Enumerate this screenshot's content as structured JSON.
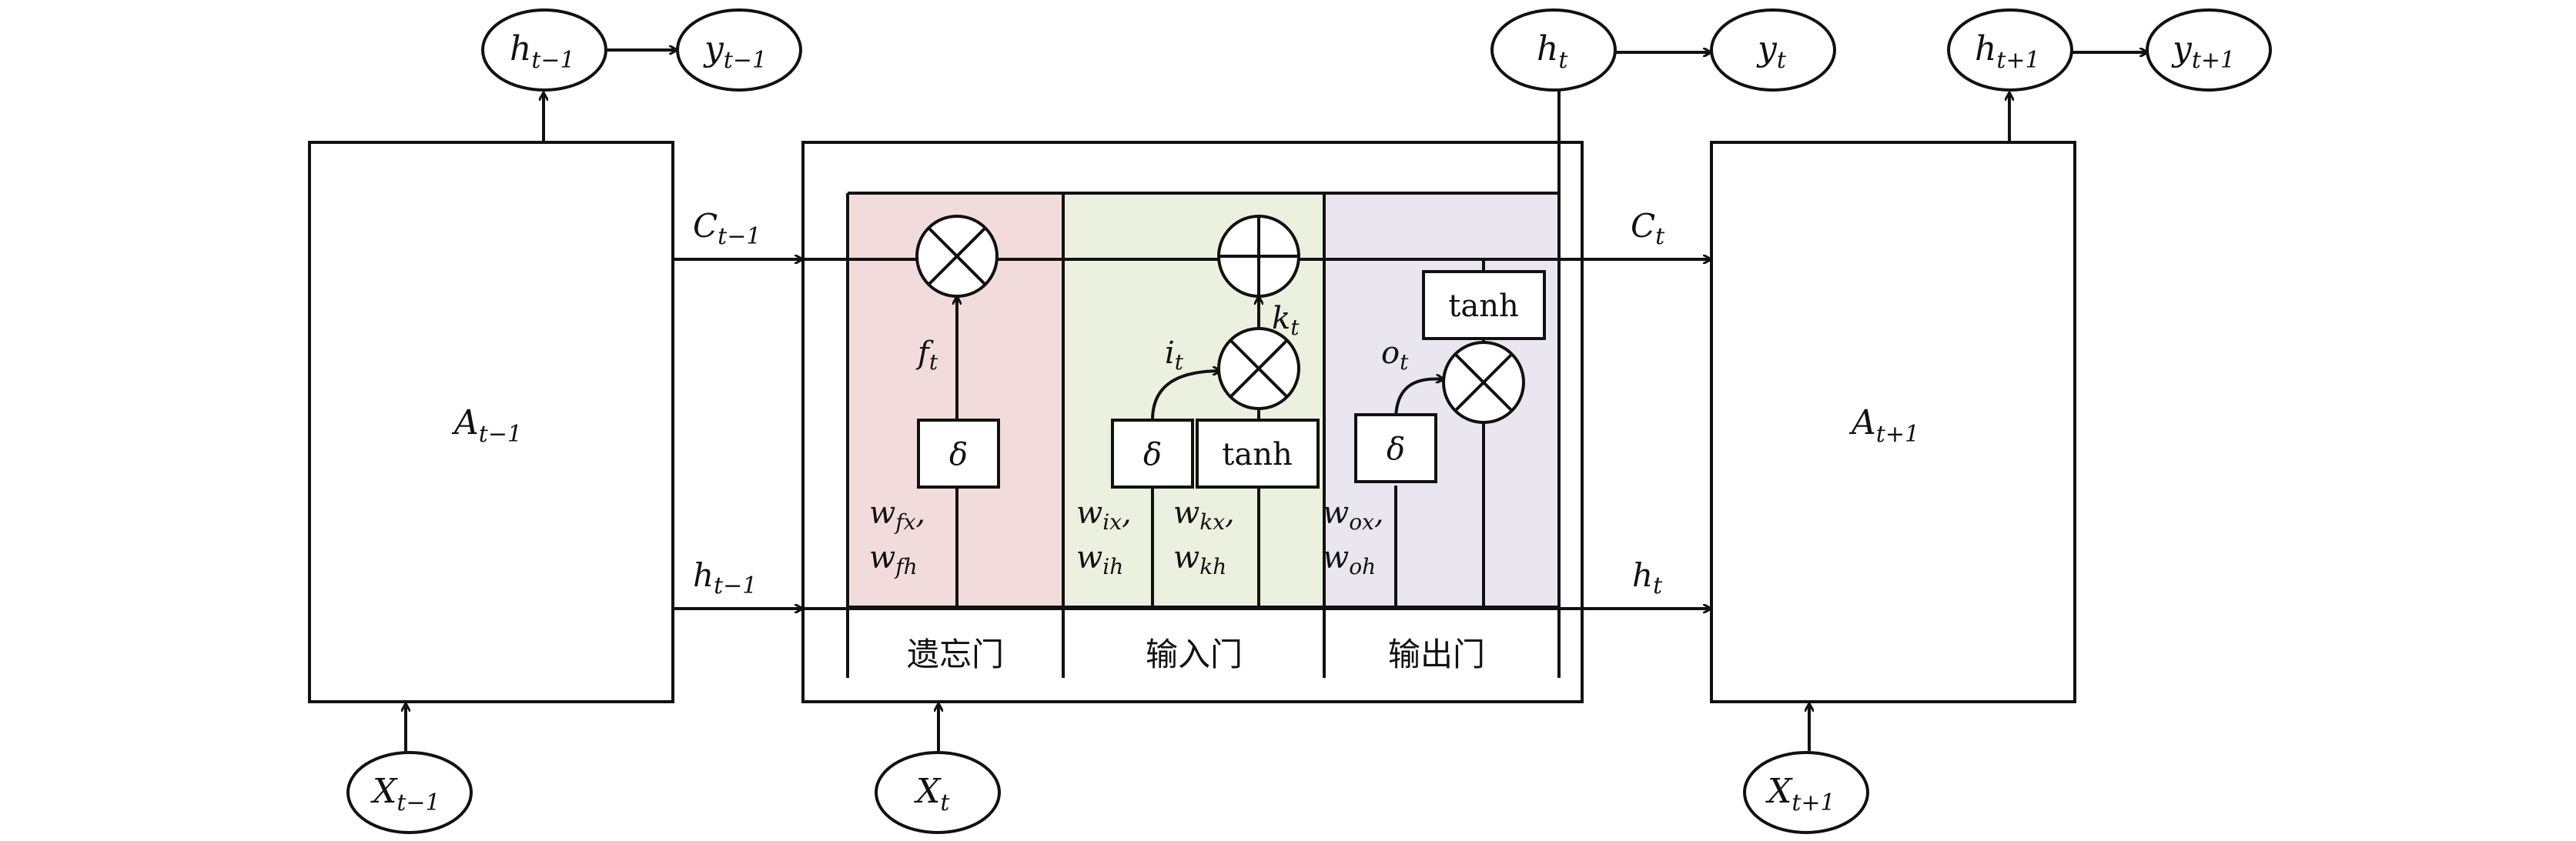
{
  "colors": {
    "forget_region": "#f2dcdb",
    "input_region": "#ebf1de",
    "output_region": "#e9e6f0",
    "line": "#111111"
  },
  "cells": {
    "prev": {
      "label": "A",
      "sub": "t−1"
    },
    "next": {
      "label": "A",
      "sub": "t+1"
    }
  },
  "inputs": {
    "prev": {
      "label": "X",
      "sub": "t−1"
    },
    "curr": {
      "label": "X",
      "sub": "t"
    },
    "next": {
      "label": "X",
      "sub": "t+1"
    }
  },
  "hidden_nodes": {
    "prev": {
      "label": "h",
      "sub": "t−1"
    },
    "curr": {
      "label": "h",
      "sub": "t"
    },
    "next": {
      "label": "h",
      "sub": "t+1"
    }
  },
  "output_nodes": {
    "prev": {
      "label": "y",
      "sub": "t−1"
    },
    "curr": {
      "label": "y",
      "sub": "t"
    },
    "next": {
      "label": "y",
      "sub": "t+1"
    }
  },
  "arrow_labels": {
    "c_in": {
      "label": "C",
      "sub": "t−1"
    },
    "c_out": {
      "label": "C",
      "sub": "t"
    },
    "h_in": {
      "label": "h",
      "sub": "t−1"
    },
    "h_out": {
      "label": "h",
      "sub": "t"
    }
  },
  "gates": {
    "forget": {
      "name": "遗忘门",
      "act": "δ",
      "gate_out": {
        "label": "f",
        "sub": "t"
      },
      "w1": {
        "label": "w",
        "sub": "fx",
        "tail": ","
      },
      "w2": {
        "label": "w",
        "sub": "fh"
      }
    },
    "input": {
      "name": "输入门",
      "act": "δ",
      "tanh": "tanh",
      "gate_out": {
        "label": "i",
        "sub": "t"
      },
      "cand_out": {
        "label": "k",
        "sub": "t"
      },
      "w1": {
        "label": "w",
        "sub": "ix",
        "tail": ","
      },
      "w2": {
        "label": "w",
        "sub": "ih"
      },
      "w3": {
        "label": "w",
        "sub": "kx",
        "tail": ","
      },
      "w4": {
        "label": "w",
        "sub": "kh"
      }
    },
    "output": {
      "name": "输出门",
      "act": "δ",
      "tanh": "tanh",
      "gate_out": {
        "label": "o",
        "sub": "t"
      },
      "w1": {
        "label": "w",
        "sub": "ox",
        "tail": ","
      },
      "w2": {
        "label": "w",
        "sub": "oh"
      }
    }
  }
}
